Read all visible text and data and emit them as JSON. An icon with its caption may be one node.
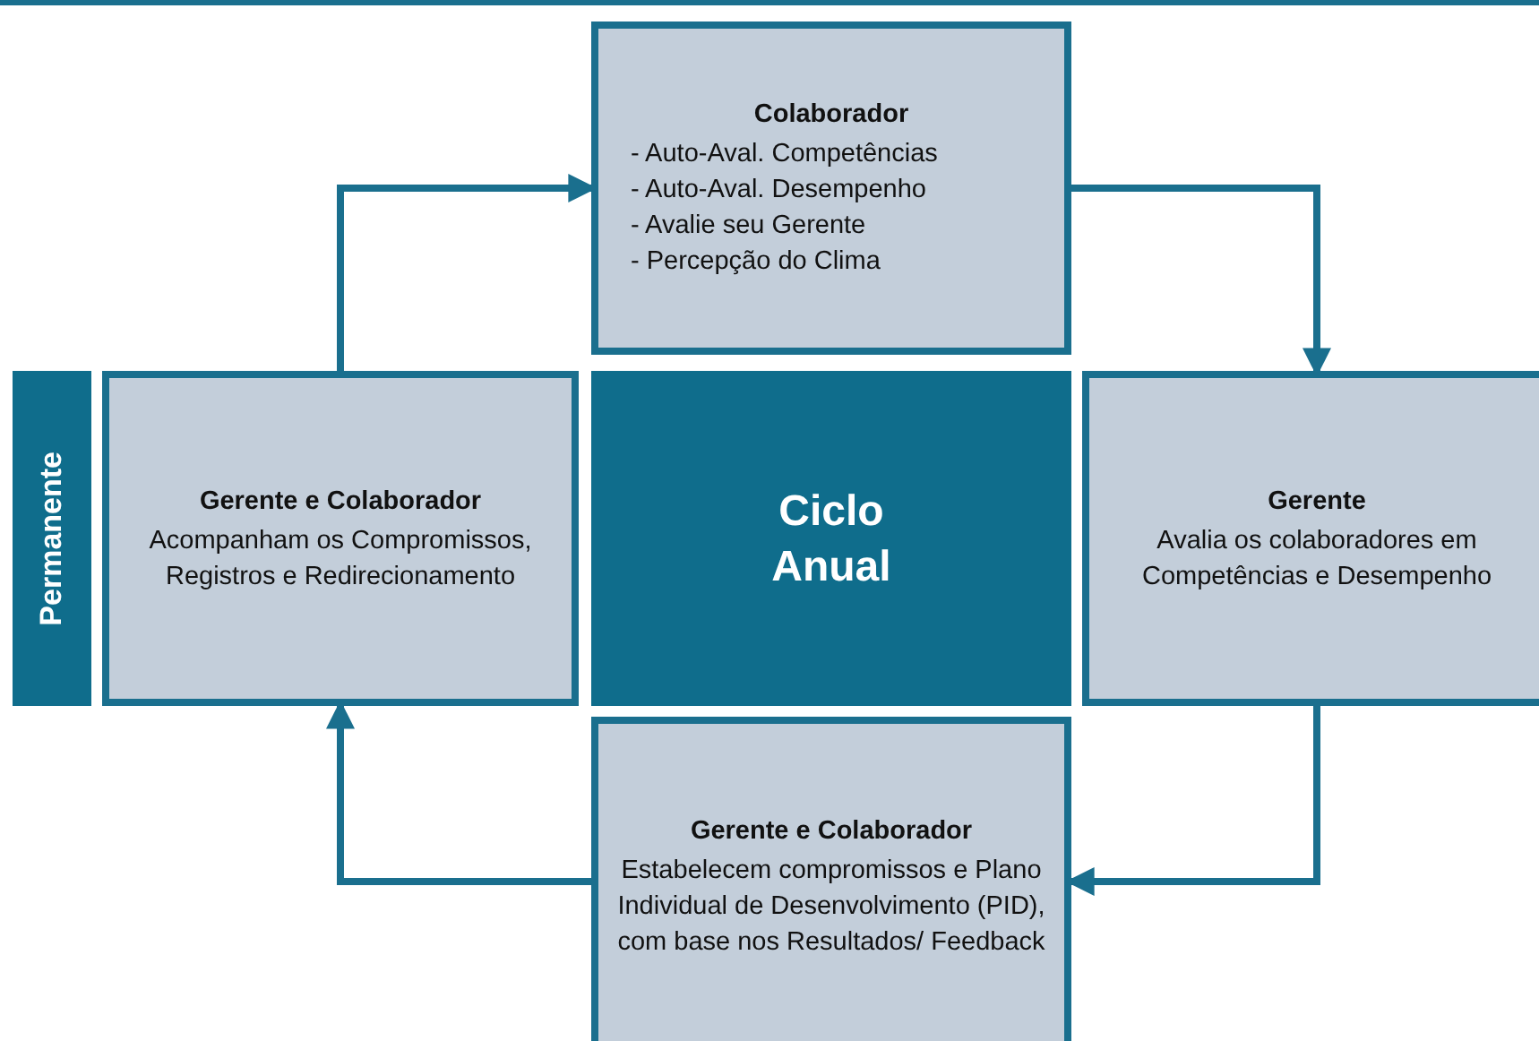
{
  "diagram": {
    "nodes": [
      {
        "text": [
          "Colaborador",
          "- Auto-Aval. Competências",
          "- Auto-Aval. Desempenho",
          "- Avalie seu Gerente",
          "- Percepção do Clima"
        ]
      },
      {
        "text": [
          "Permanente"
        ]
      },
      {
        "text": [
          "Gerente e Colaborador",
          "Acompanham os Compromissos, Registros e Redirecionamento"
        ]
      },
      {
        "text": [
          "Ciclo Anual"
        ]
      },
      {
        "text": [
          "Gerente",
          "Avalia os colaboradores em Competências e Desempenho"
        ]
      },
      {
        "text": [
          "Gerente e Colaborador",
          "Estabelecem compromissos e Plano Individual de Desenvolvimento (PID), com base nos Resultados/ Feedback"
        ]
      }
    ],
    "edges": [
      {
        "from": 2,
        "to": 0,
        "arrow": "to"
      },
      {
        "from": 0,
        "to": 4,
        "arrow": "to"
      },
      {
        "from": 4,
        "to": 5,
        "arrow": "to"
      },
      {
        "from": 5,
        "to": 2,
        "arrow": "to"
      }
    ]
  }
}
